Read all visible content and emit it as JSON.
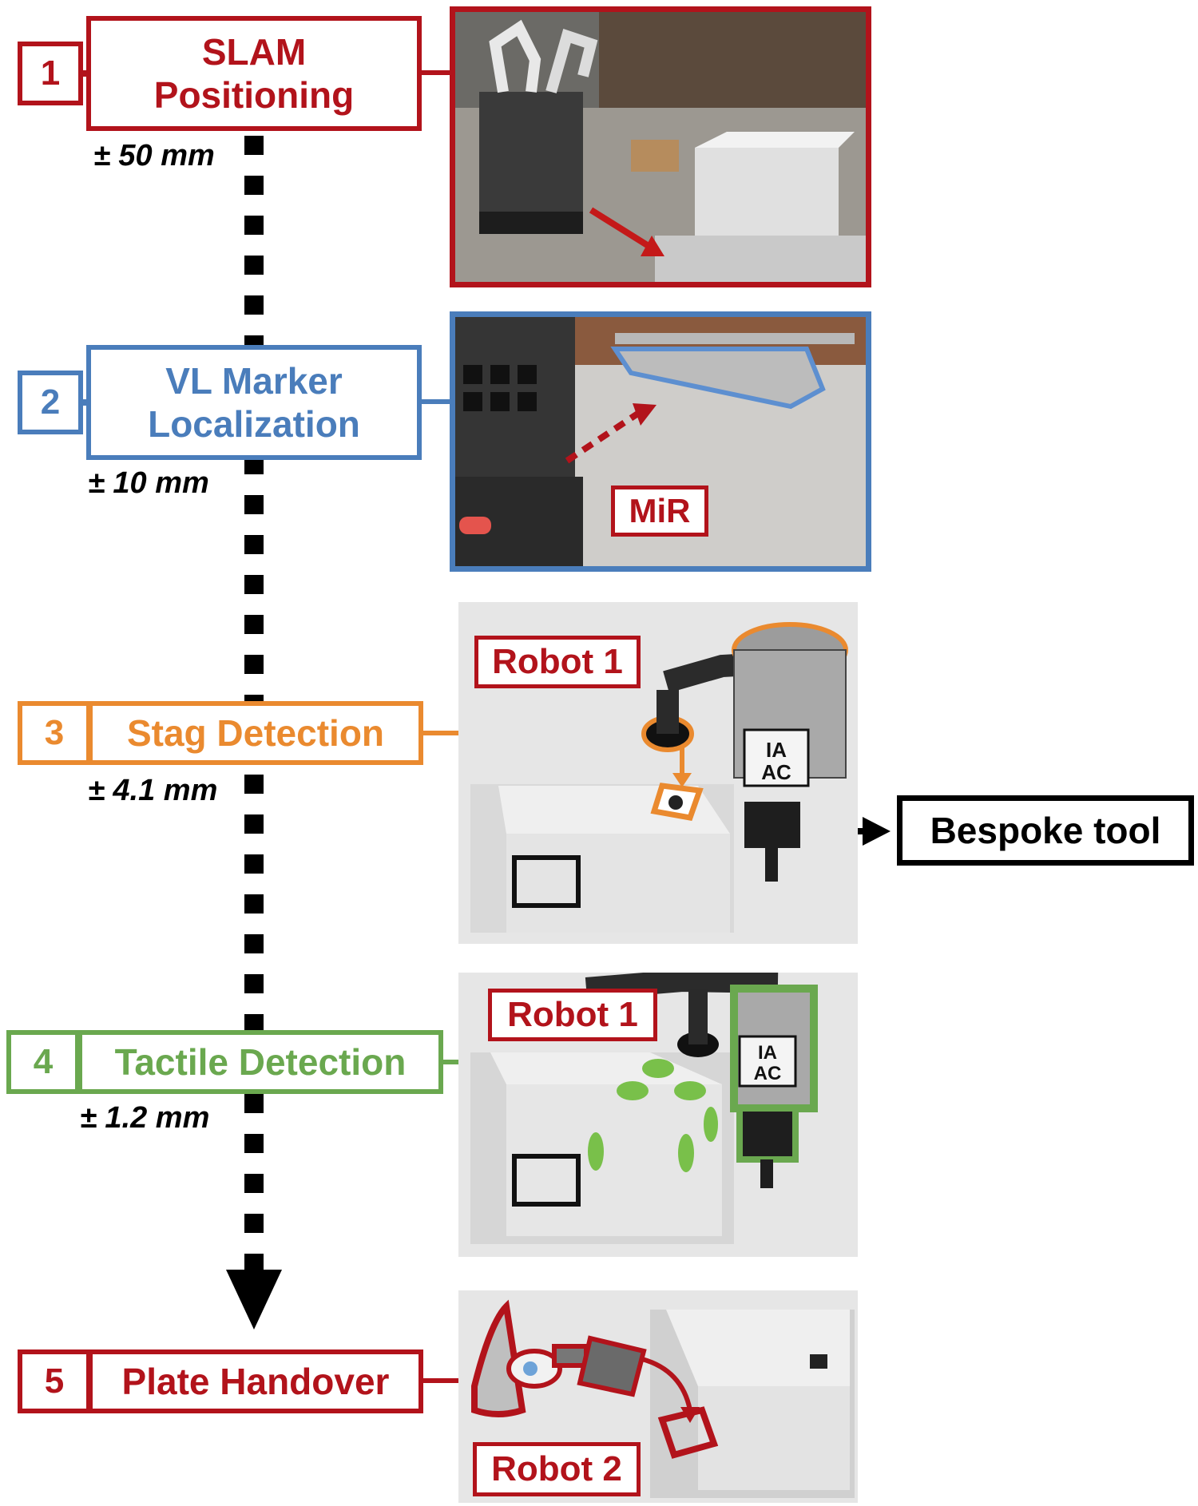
{
  "steps": [
    {
      "num": "1",
      "line1": "SLAM",
      "line2": "Positioning",
      "tolerance": "± 50 mm"
    },
    {
      "num": "2",
      "line1": "VL Marker",
      "line2": "Localization",
      "tolerance": "± 10 mm"
    },
    {
      "num": "3",
      "line1": "Stag Detection",
      "tolerance": "± 4.1 mm"
    },
    {
      "num": "4",
      "line1": "Tactile Detection",
      "tolerance": "± 1.2 mm"
    },
    {
      "num": "5",
      "line1": "Plate Handover"
    }
  ],
  "tags": {
    "mir": "MiR",
    "robot1_a": "Robot 1",
    "robot1_b": "Robot 1",
    "robot2": "Robot 2",
    "bespoke": "Bespoke tool"
  },
  "marker_text": {
    "top": "IA",
    "bottom": "AC"
  },
  "colors": {
    "step1": "#b2131b",
    "step2": "#4a7dbb",
    "step3": "#ea8a2f",
    "step4": "#6aa84f",
    "step5": "#b2131b"
  }
}
